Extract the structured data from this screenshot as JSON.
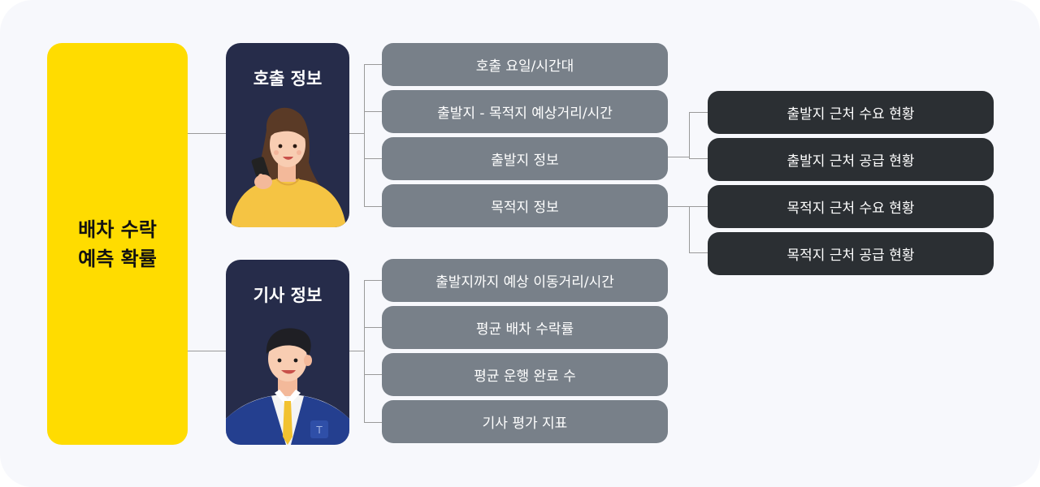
{
  "root": {
    "line1": "배차 수락",
    "line2": "예측 확률"
  },
  "groups": [
    {
      "title": "호출 정보",
      "illustration": "woman-with-phone",
      "items": [
        "호출 요일/시간대",
        "출발지 - 목적지 예상거리/시간",
        "출발지 정보",
        "목적지 정보"
      ]
    },
    {
      "title": "기사 정보",
      "illustration": "driver-in-vest",
      "items": [
        "출발지까지 예상 이동거리/시간",
        "평균 배차 수락률",
        "평균 운행 완료 수",
        "기사 평가 지표"
      ]
    }
  ],
  "details": {
    "origin": [
      "출발지 근처 수요 현황",
      "출발지 근처 공급 현황"
    ],
    "destination": [
      "목적지 근처 수요 현황",
      "목적지 근처 공급 현황"
    ]
  },
  "colors": {
    "root": "#ffdc00",
    "card": "#262c4a",
    "item": "#788089",
    "detail": "#2b2f33",
    "background": "#f7f8fc"
  }
}
